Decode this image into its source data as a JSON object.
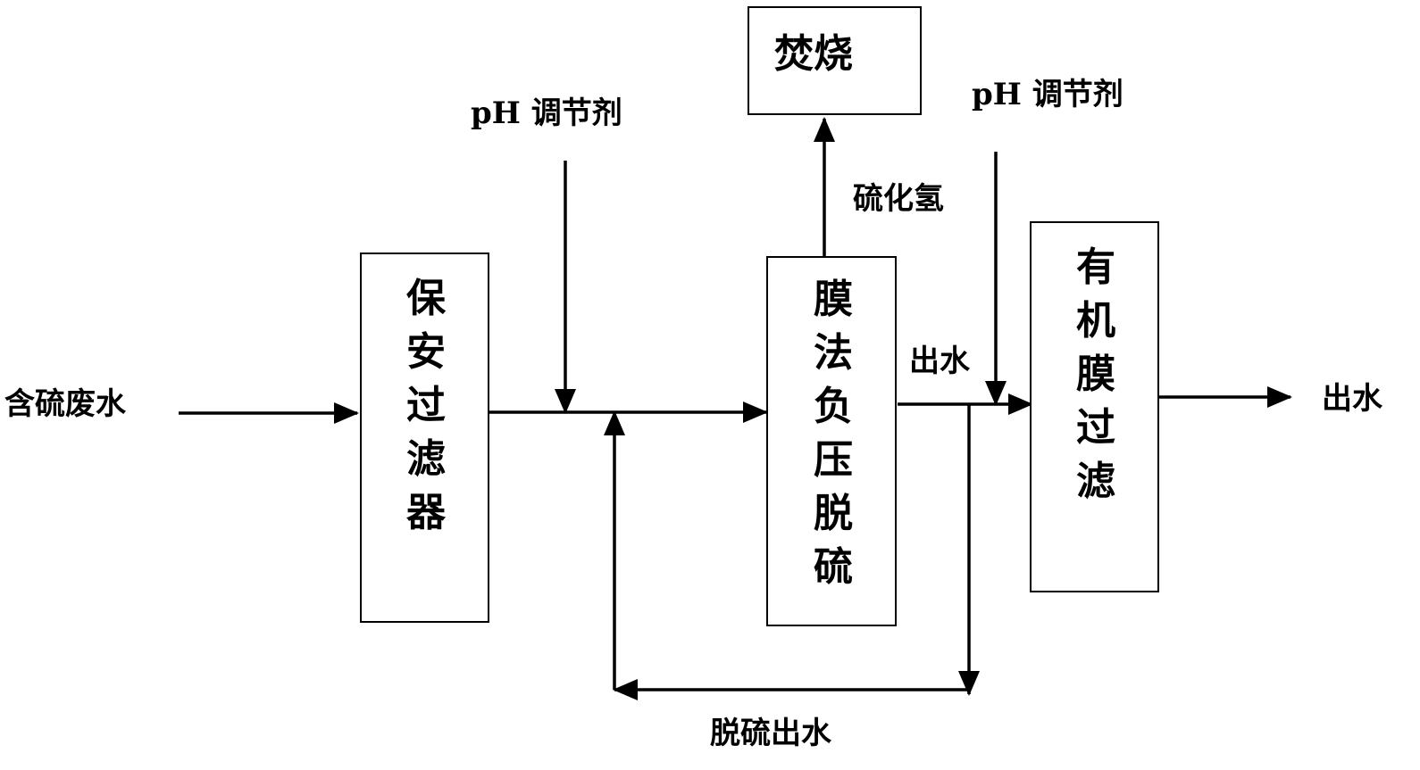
{
  "nodes": {
    "guard_filter": "保安过滤器",
    "membrane_desulfurization": "膜法负压脱硫",
    "organic_membrane_filtration": "有机膜过滤",
    "incineration": "焚烧"
  },
  "labels": {
    "sulfur_wastewater": "含硫废水",
    "ph_adjuster_1": "pH 调节剂",
    "ph_adjuster_2": "pH 调节剂",
    "hydrogen_sulfide": "硫化氢",
    "effluent_mid": "出水",
    "effluent_final": "出水",
    "desulfurized_effluent": "脱硫出水"
  }
}
